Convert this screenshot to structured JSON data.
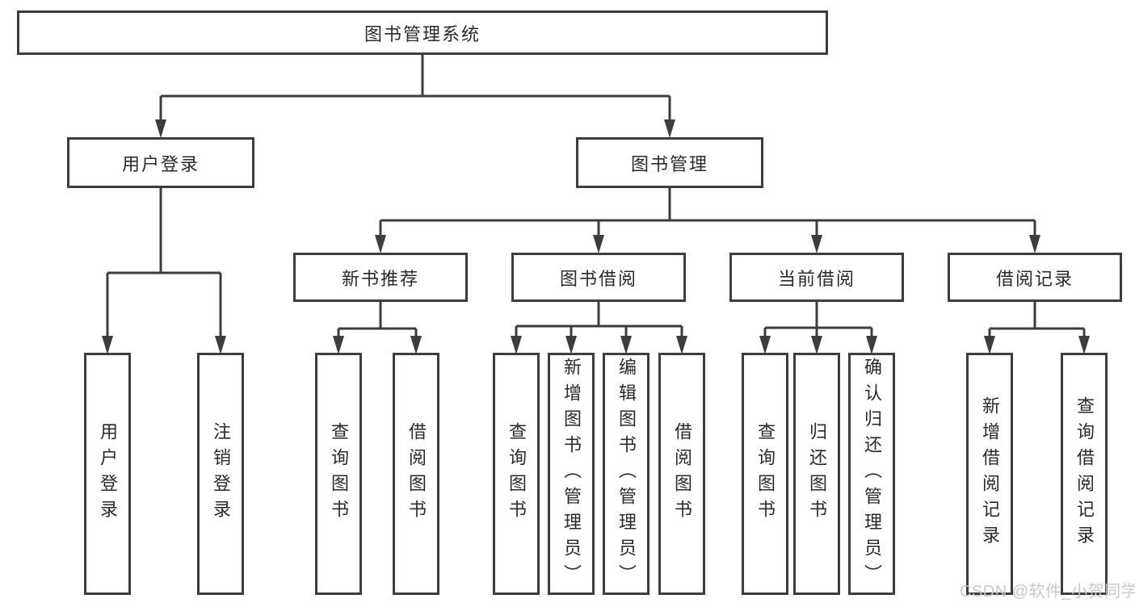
{
  "diagram": {
    "title": "图书管理系统",
    "colors": {
      "line": "#3d3d3d",
      "text": "#2a2a2a",
      "background": "#ffffff",
      "watermark": "#c5c5c5"
    },
    "nodes": {
      "root": {
        "label": "图书管理系统"
      },
      "level2": [
        {
          "label": "用户登录"
        },
        {
          "label": "图书管理"
        }
      ],
      "level3": [
        {
          "label": "新书推荐"
        },
        {
          "label": "图书借阅"
        },
        {
          "label": "当前借阅"
        },
        {
          "label": "借阅记录"
        }
      ],
      "leaves": [
        {
          "label": "用户登录"
        },
        {
          "label": "注销登录"
        },
        {
          "label": "查询图书"
        },
        {
          "label": "借阅图书"
        },
        {
          "label": "查询图书"
        },
        {
          "label": "新增图书（管理员）"
        },
        {
          "label": "编辑图书（管理员）"
        },
        {
          "label": "借阅图书"
        },
        {
          "label": "查询图书"
        },
        {
          "label": "归还图书"
        },
        {
          "label": "确认归还（管理员）"
        },
        {
          "label": "新增借阅记录"
        },
        {
          "label": "查询借阅记录"
        }
      ]
    }
  },
  "watermark": {
    "text": "CSDN @软件_小贺同学"
  }
}
